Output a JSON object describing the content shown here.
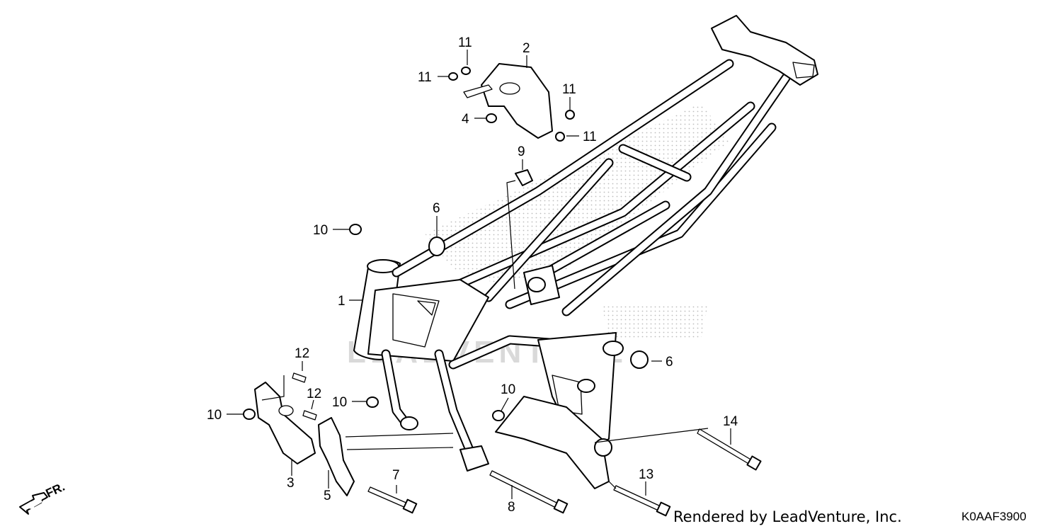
{
  "diagram": {
    "callouts": [
      {
        "id": "c1",
        "label": "1"
      },
      {
        "id": "c2",
        "label": "2"
      },
      {
        "id": "c3",
        "label": "3"
      },
      {
        "id": "c4",
        "label": "4"
      },
      {
        "id": "c5",
        "label": "5"
      },
      {
        "id": "c6a",
        "label": "6"
      },
      {
        "id": "c6b",
        "label": "6"
      },
      {
        "id": "c7",
        "label": "7"
      },
      {
        "id": "c8",
        "label": "8"
      },
      {
        "id": "c9",
        "label": "9"
      },
      {
        "id": "c10a",
        "label": "10"
      },
      {
        "id": "c10b",
        "label": "10"
      },
      {
        "id": "c10c",
        "label": "10"
      },
      {
        "id": "c10d",
        "label": "10"
      },
      {
        "id": "c11a",
        "label": "11"
      },
      {
        "id": "c11b",
        "label": "11"
      },
      {
        "id": "c11c",
        "label": "11"
      },
      {
        "id": "c11d",
        "label": "11"
      },
      {
        "id": "c12a",
        "label": "12"
      },
      {
        "id": "c12b",
        "label": "12"
      },
      {
        "id": "c13",
        "label": "13"
      },
      {
        "id": "c14",
        "label": "14"
      }
    ],
    "direction_label": "FR.",
    "watermark": "LEADVENTURE",
    "credit": "Rendered by LeadVenture, Inc.",
    "diagram_code": "K0AAF3900"
  }
}
